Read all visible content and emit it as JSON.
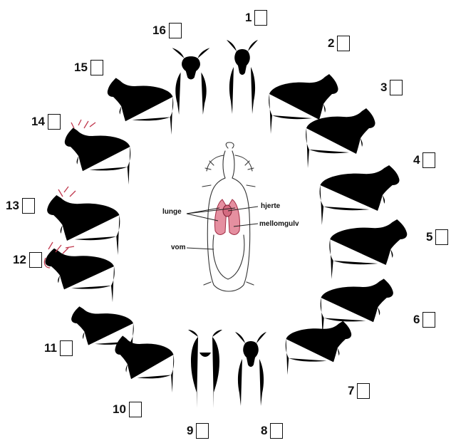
{
  "title": "",
  "shot_positions": [
    {
      "number": "1"
    },
    {
      "number": "2"
    },
    {
      "number": "3"
    },
    {
      "number": "4"
    },
    {
      "number": "5"
    },
    {
      "number": "6"
    },
    {
      "number": "7"
    },
    {
      "number": "8"
    },
    {
      "number": "9"
    },
    {
      "number": "10"
    },
    {
      "number": "11"
    },
    {
      "number": "12"
    },
    {
      "number": "13"
    },
    {
      "number": "14"
    },
    {
      "number": "15"
    },
    {
      "number": "16"
    }
  ],
  "organs": {
    "lunge": "lunge",
    "hjerte": "hjerte",
    "mellomgulv": "mellomgulv",
    "vom": "vom"
  },
  "colors": {
    "highlight": "#c0394e",
    "organ_fill": "#e58fa0",
    "line": "#333333"
  }
}
